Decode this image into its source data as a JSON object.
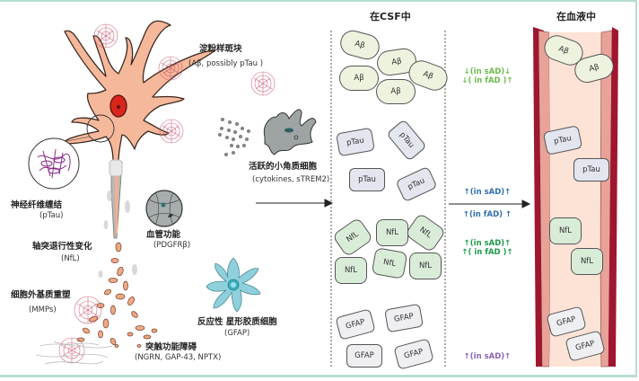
{
  "headers": {
    "csf": "在CSF中",
    "blood": "在血液中"
  },
  "labels": {
    "plaque_cn": "淀粉样斑块",
    "plaque_sub": "(Aβ, possibly pTau )",
    "microglia_cn": "活跃的小角质细胞",
    "microglia_sub": "(cytokines, sTREM2)",
    "tangle_cn": "神经纤维缠结",
    "tangle_sub": "(pTau)",
    "vascular_cn": "血管功能",
    "vascular_sub": "(PDGFRβ)",
    "axon_cn": "轴突退行性变化",
    "axon_sub": "(NfL)",
    "ecm_cn": "细胞外基质重塑",
    "ecm_sub": "(MMPs)",
    "astro_cn": "反应性 星形胶质细胞",
    "astro_sub": "(GFAP)",
    "synapse_cn": "突触功能障碍",
    "synapse_sub": "(NGRN, GAP-43, NPTX)"
  },
  "biomarkers": {
    "ab": "Aβ",
    "ptau": "pTau",
    "nfl": "NfL",
    "gfap": "GFAP"
  },
  "changes": [
    {
      "marker": "Aβ",
      "lines": [
        "↓(in sAD)↓",
        "↓( in fAD )↑"
      ],
      "color": "#6dbb4b"
    },
    {
      "marker": "pTau",
      "lines": [
        "↑(in sAD)↑",
        "↑(in fAD) ↑"
      ],
      "color": "#2f6fb0"
    },
    {
      "marker": "NfL",
      "lines": [
        "↑(in sAD)↑",
        "↑( in fAD )↑"
      ],
      "color": "#1c9a4a"
    },
    {
      "marker": "GFAP",
      "lines": [
        "↑(in sAD)↑"
      ],
      "color": "#8a63b8"
    }
  ],
  "colors": {
    "neuron": "#f6b89a",
    "nucleus": "#d9261c",
    "vessel_wall": "#a01530",
    "vessel_inner": "#e8a298",
    "blood": "#fde3d6",
    "astrocyte": "#8fd0dc",
    "microglia": "#9ea3a3",
    "frame": "#b7ddd0"
  }
}
